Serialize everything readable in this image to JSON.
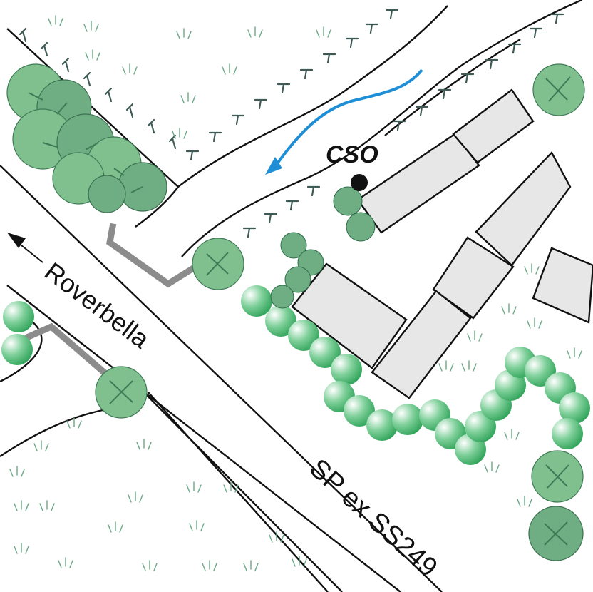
{
  "labels": {
    "road": "SP ex SS249",
    "direction": "Roverbella",
    "outfall": "CSO"
  },
  "icons": {
    "direction_arrow": "arrow-left-icon",
    "flow_arrow": "flow-arrow-icon",
    "outfall_marker": "filled-circle-icon"
  },
  "colors": {
    "water": "#1e8fd6",
    "building_fill": "#e6e7e6",
    "pipe": "#8c8c8c",
    "vegetation": "#7fc08e",
    "hedge_dark": "#1f9a4c"
  }
}
